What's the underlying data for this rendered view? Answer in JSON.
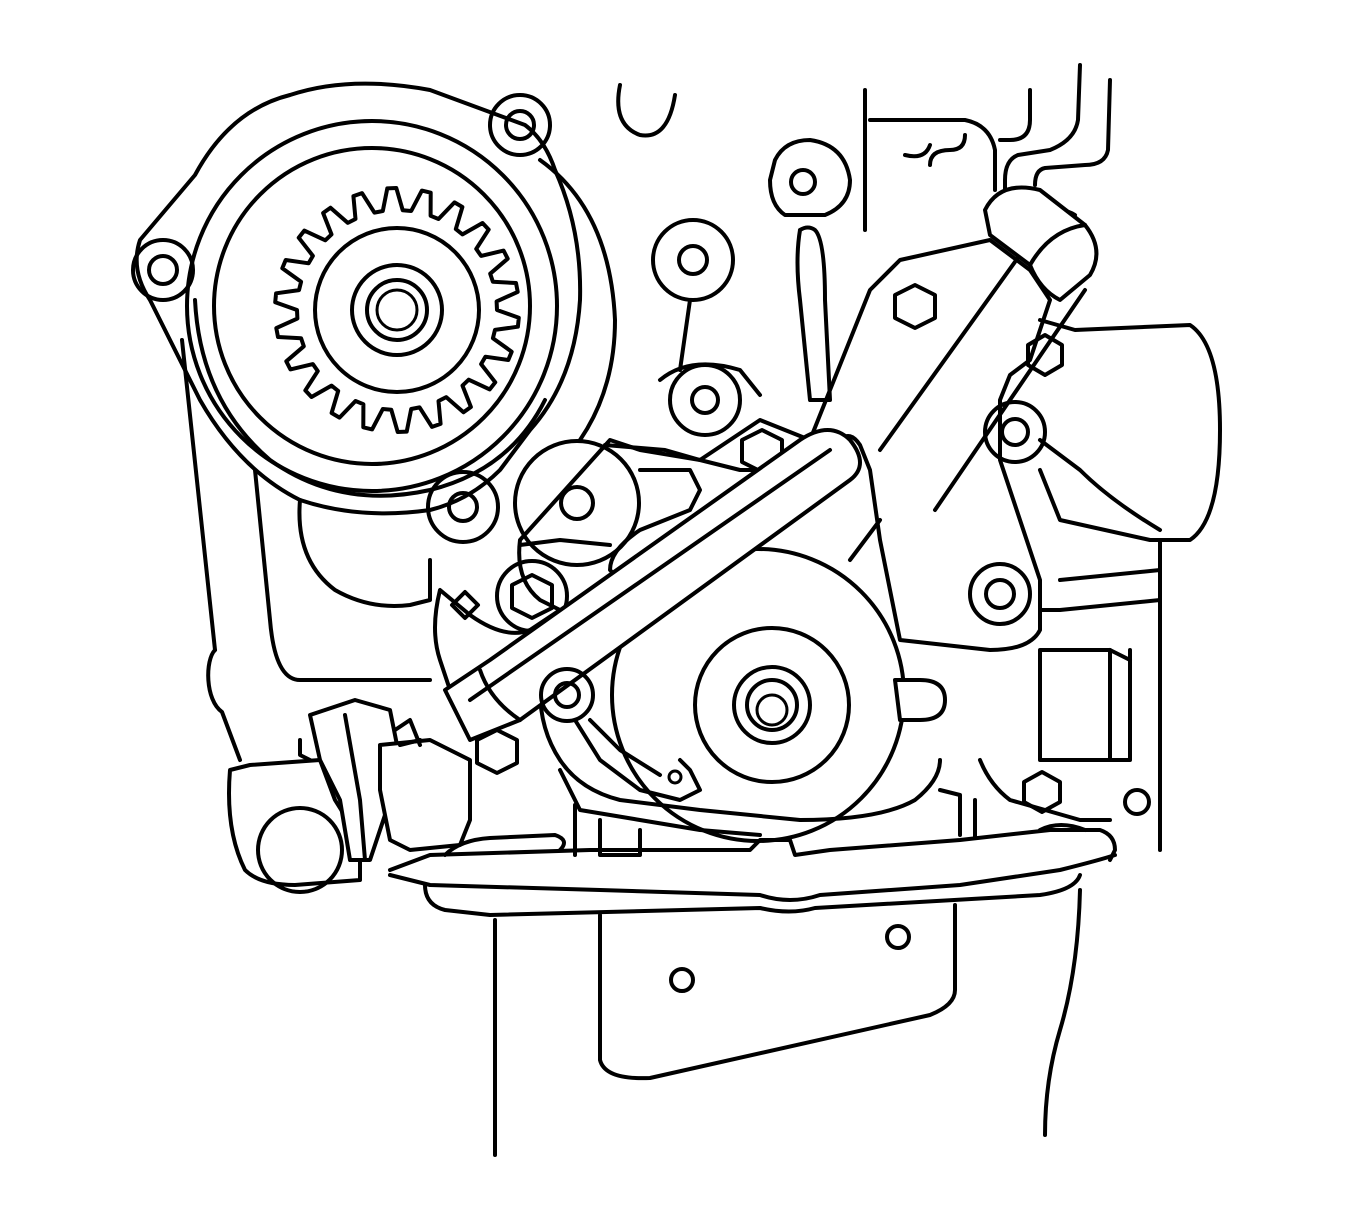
{
  "illustration": {
    "style": "black line art on white",
    "line_color": "#000000",
    "background_color": "#ffffff",
    "components": [
      "engine-block",
      "crankshaft-sprocket",
      "water-pump-housing",
      "idler-pulley",
      "oil-pump-housing",
      "oil-pump-pickup-tube",
      "oil-filter-adapter",
      "crankshaft-position-sensor",
      "oil-pan-flange",
      "oil-pan"
    ]
  }
}
